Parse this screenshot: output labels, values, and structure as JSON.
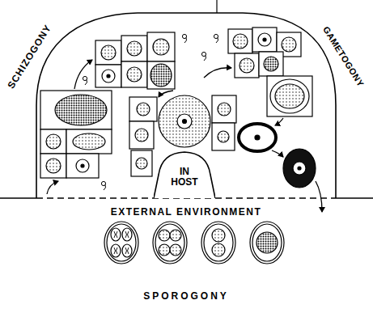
{
  "diagram": {
    "nodes": [
      {
        "text": [
          "IN HOST"
        ]
      }
    ],
    "labels": [
      "SCHIZOGONY",
      "GAMETOGONY",
      "EXTERNAL ENVIRONMENT",
      "SPOROGONY"
    ]
  }
}
